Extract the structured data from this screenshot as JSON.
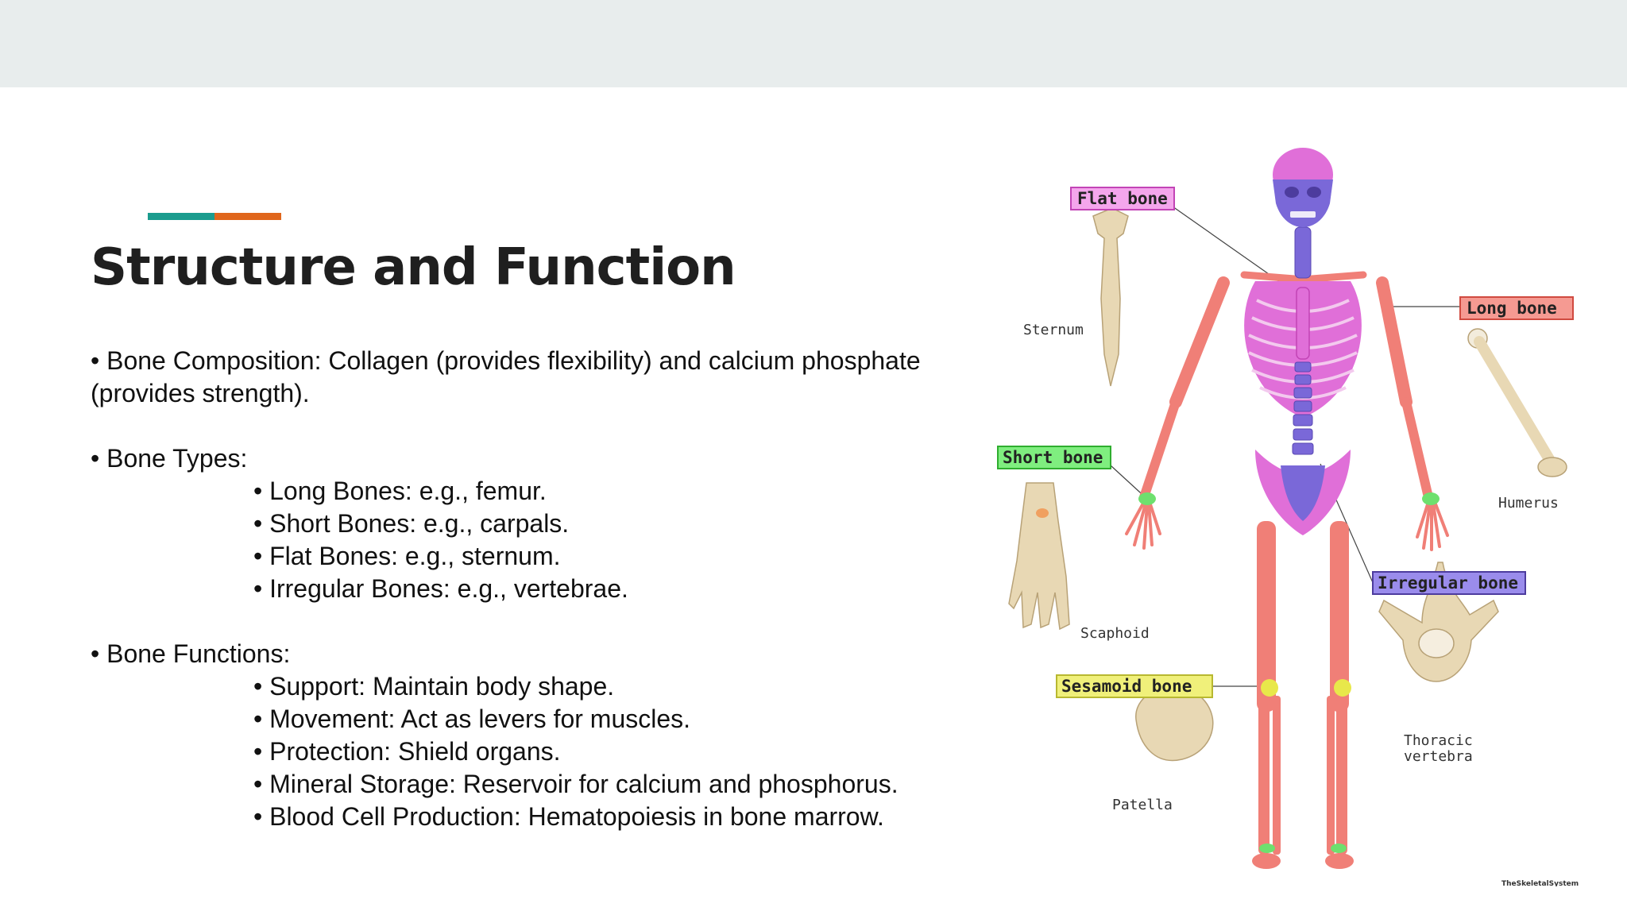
{
  "slide": {
    "title": "Structure and Function",
    "composition_line": "• Bone Composition: Collagen (provides flexibility) and calcium phosphate (provides strength).",
    "types_heading": "• Bone Types:",
    "types": [
      "• Long Bones: e.g., femur.",
      "• Short Bones: e.g., carpals.",
      "• Flat Bones: e.g., sternum.",
      "• Irregular Bones: e.g., vertebrae."
    ],
    "functions_heading": "• Bone Functions:",
    "functions": [
      "• Support: Maintain body shape.",
      "• Movement: Act as levers for muscles.",
      "• Protection: Shield organs.",
      "• Mineral Storage: Reservoir for calcium and phosphorus.",
      "• Blood Cell Production: Hematopoiesis in bone marrow."
    ]
  },
  "figure": {
    "labels": {
      "flat": "Flat bone",
      "long": "Long bone",
      "short": "Short bone",
      "irregular": "Irregular bone",
      "sesamoid": "Sesamoid bone"
    },
    "captions": {
      "sternum": "Sternum",
      "humerus": "Humerus",
      "scaphoid": "Scaphoid",
      "thoracic_1": "Thoracic",
      "thoracic_2": "vertebra",
      "patella": "Patella"
    },
    "watermark": "TheSkeletalSystem",
    "colors": {
      "flat": "#e06fd8",
      "long": "#f07f77",
      "short": "#6ee06e",
      "irregular": "#7a68d8",
      "sesamoid": "#e8e84a",
      "bone_beige": "#e8d8b4"
    }
  }
}
